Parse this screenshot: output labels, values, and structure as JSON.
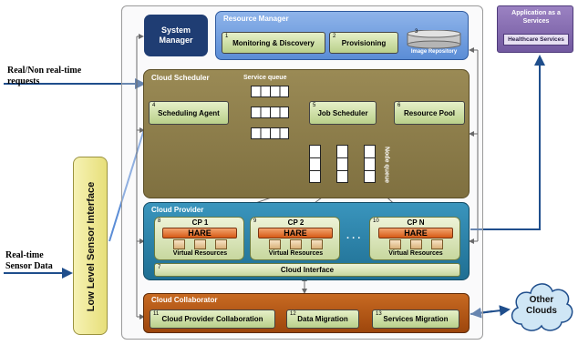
{
  "external": {
    "requests": "Real/Non real-time\nrequests",
    "sensor_data": "Real-time\nSensor Data",
    "sensor_interface": "Low Level Sensor Interface",
    "app_title": "Application as a\nServices",
    "app_service": "Healthcare Services",
    "other_clouds": "Other\nClouds"
  },
  "system_manager": "System\nManager",
  "resource_manager": {
    "title": "Resource Manager",
    "items": [
      {
        "num": "1",
        "label": "Monitoring & Discovery"
      },
      {
        "num": "2",
        "label": "Provisioning"
      },
      {
        "num": "3",
        "label": "Image Repository"
      }
    ]
  },
  "cloud_scheduler": {
    "title": "Cloud Scheduler",
    "service_queue": "Service queue",
    "node_queue": "Node queue",
    "scheduling_agent": {
      "num": "4",
      "label": "Scheduling Agent"
    },
    "job_scheduler": {
      "num": "5",
      "label": "Job Scheduler"
    },
    "resource_pool": {
      "num": "6",
      "label": "Resource Pool"
    }
  },
  "cloud_provider": {
    "title": "Cloud Provider",
    "providers": [
      {
        "num": "8",
        "label": "CP 1",
        "hare": "HARE",
        "vr": "Virtual Resources"
      },
      {
        "num": "9",
        "label": "CP 2",
        "hare": "HARE",
        "vr": "Virtual Resources"
      },
      {
        "num": "10",
        "label": "CP N",
        "hare": "HARE",
        "vr": "Virtual Resources"
      }
    ],
    "ellipsis": ". . .",
    "interface": {
      "num": "7",
      "label": "Cloud Interface"
    }
  },
  "cloud_collaborator": {
    "title": "Cloud Collaborator",
    "items": [
      {
        "num": "11",
        "label": "Cloud Provider Collaboration"
      },
      {
        "num": "12",
        "label": "Data Migration"
      },
      {
        "num": "13",
        "label": "Services Migration"
      }
    ]
  },
  "colors": {
    "scheduler": "#8a7a44",
    "provider": "#2a7ea3",
    "collaborator": "#b0520f",
    "resource_manager": "#5b8dd6",
    "app": "#8064a2"
  }
}
